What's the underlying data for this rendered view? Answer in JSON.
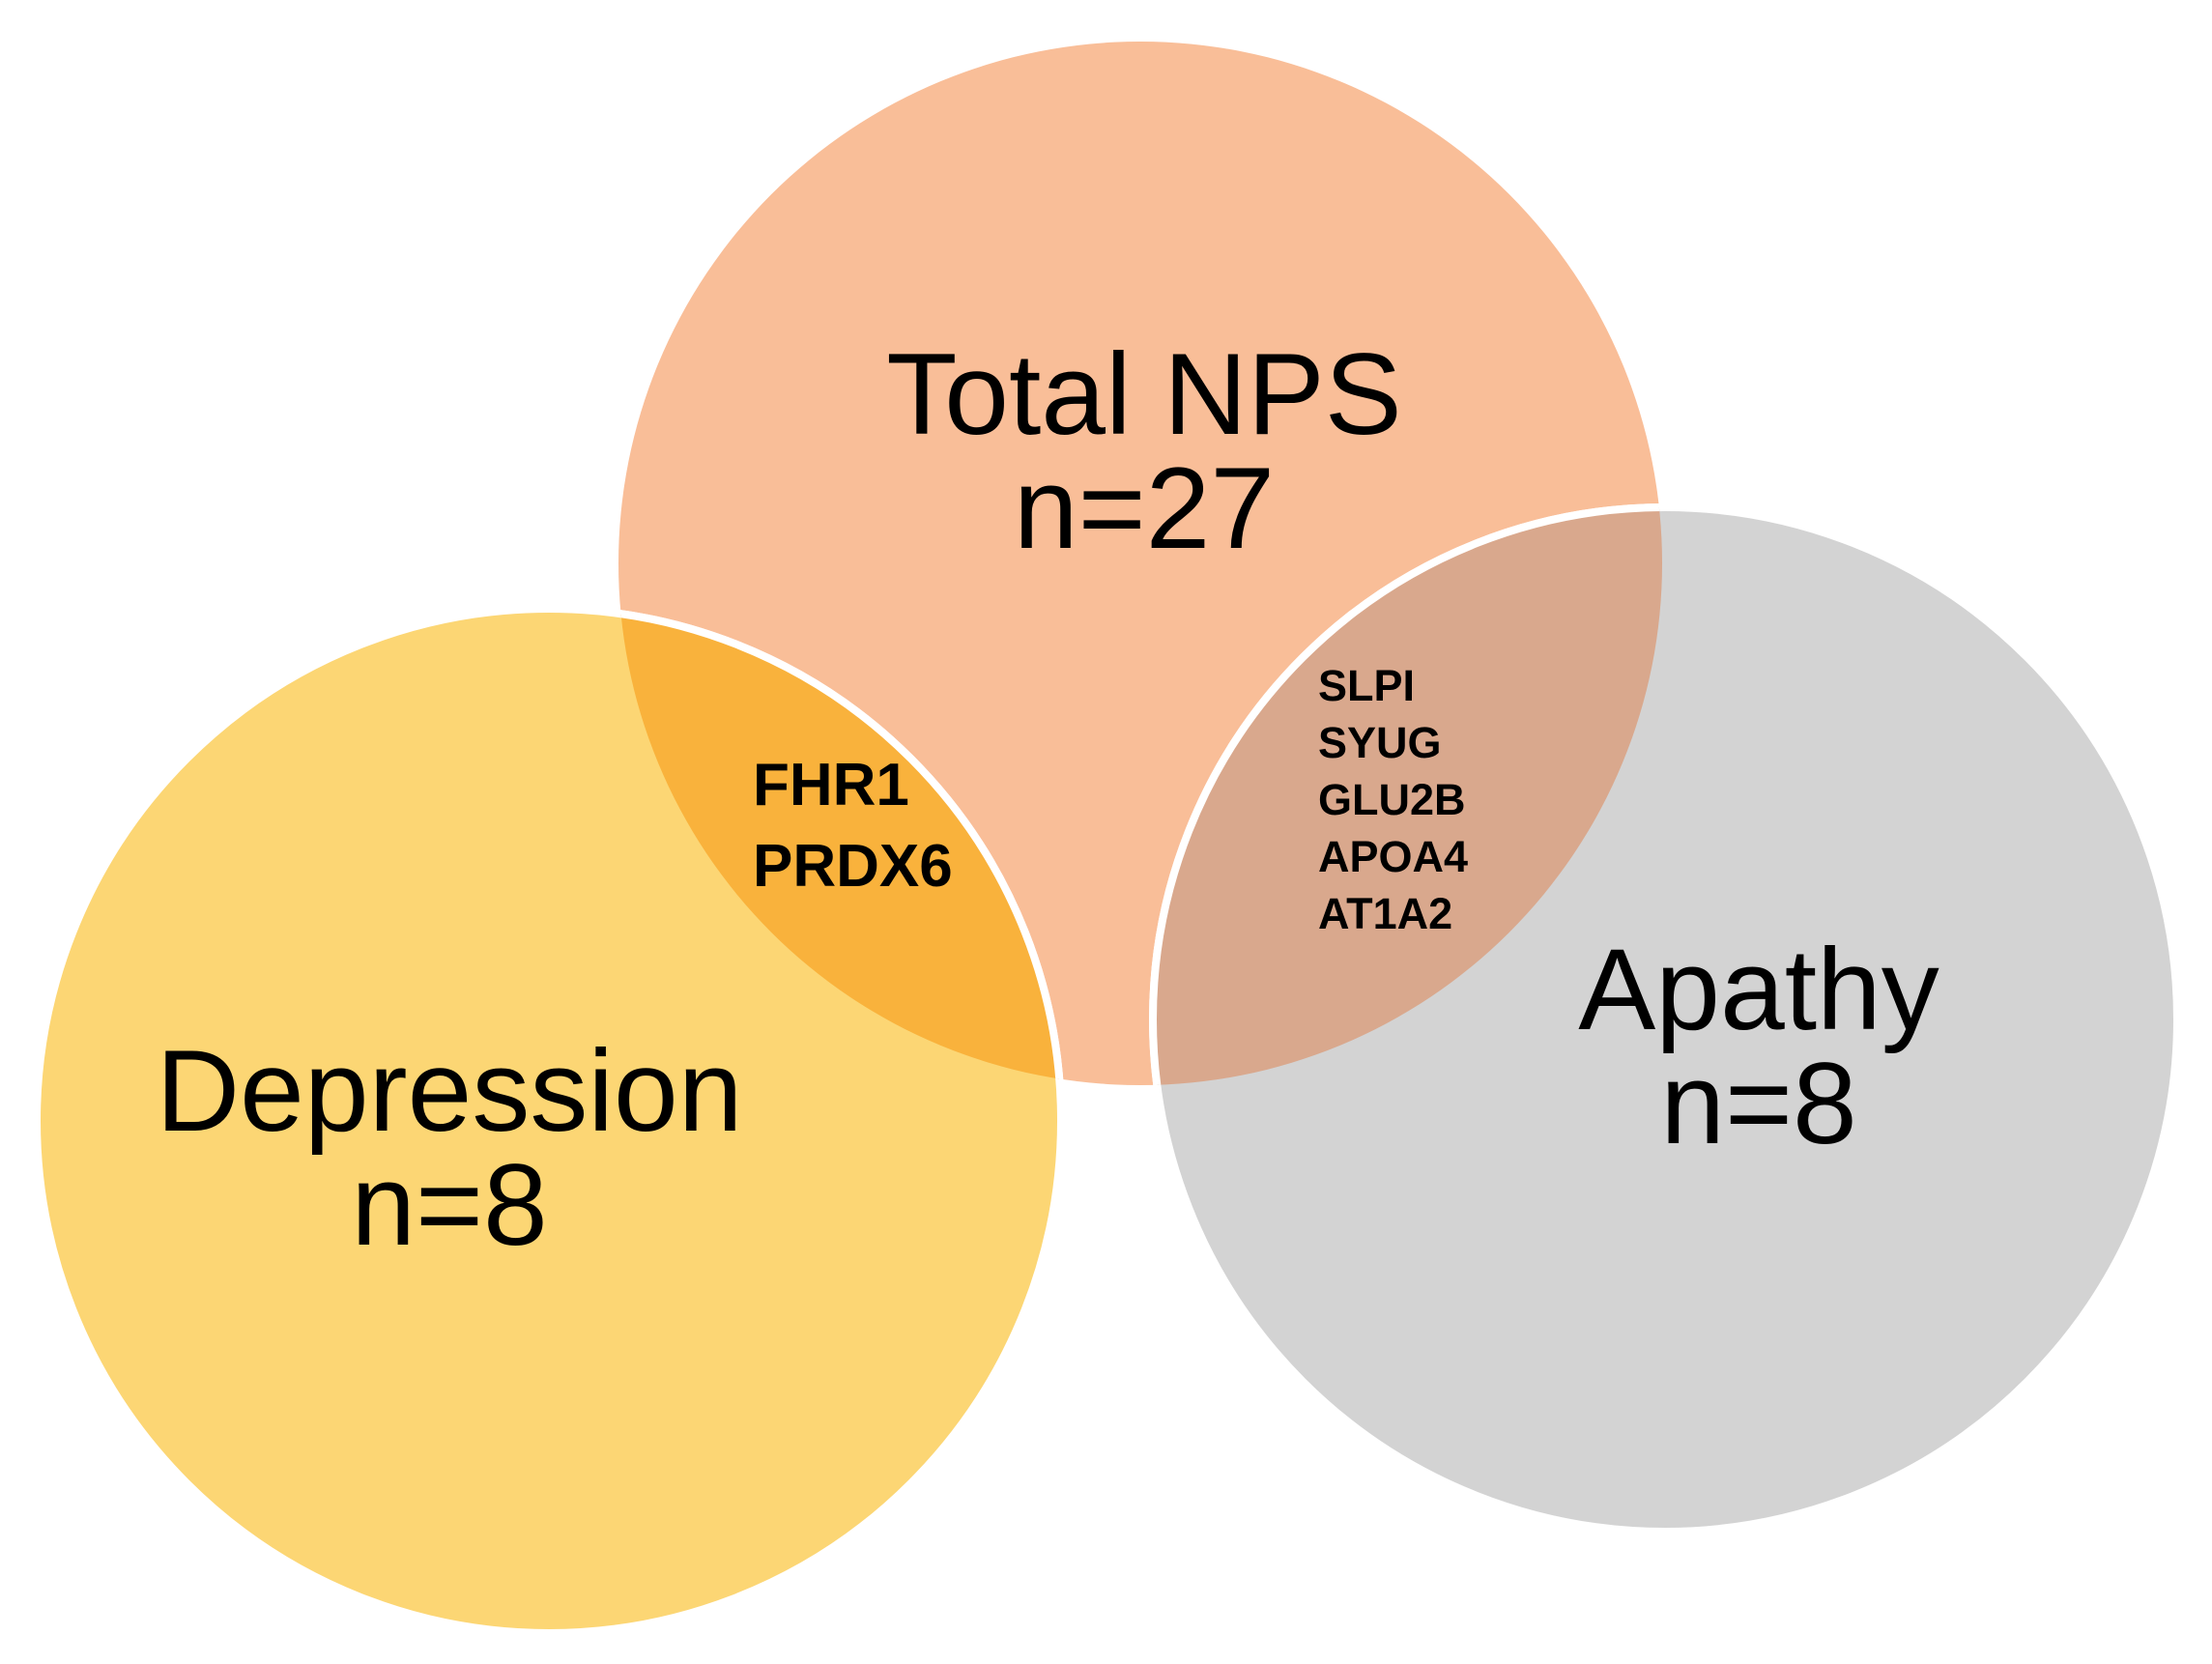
{
  "chart_data": {
    "type": "venn",
    "sets": [
      {
        "id": "total_nps",
        "label": "Total NPS",
        "count_label": "n=27",
        "n": 27,
        "color": "#F9BE98"
      },
      {
        "id": "depression",
        "label": "Depression",
        "count_label": "n=8",
        "n": 8,
        "color": "#FCD674"
      },
      {
        "id": "apathy",
        "label": "Apathy",
        "count_label": "n=8",
        "n": 8,
        "color": "#D3D3D3"
      }
    ],
    "overlaps": [
      {
        "between": [
          "Depression",
          "Total NPS"
        ],
        "color": "#F9B23C",
        "genes": [
          "FHR1",
          "PRDX6"
        ]
      },
      {
        "between": [
          "Total NPS",
          "Apathy"
        ],
        "color": "#D9A88D",
        "genes": [
          "SLPI",
          "SYUG",
          "GLU2B",
          "APOA4",
          "AT1A2"
        ]
      }
    ],
    "layout": {
      "legend": "none",
      "background": "#FFFFFF",
      "circle_outline": "#FFFFFF"
    }
  },
  "colors": {
    "background": "#FFFFFF",
    "text": "#000000",
    "circle_stroke": "#FFFFFF"
  }
}
